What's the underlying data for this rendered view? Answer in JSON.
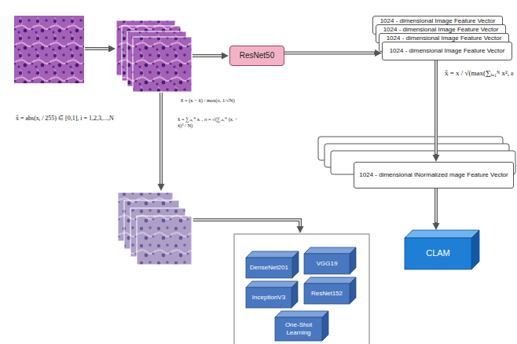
{
  "diagram": {
    "nodes": [
      {
        "text": [
          "ResNet50"
        ]
      },
      {
        "text": [
          "1024 - dimensional Image Feature Vector"
        ]
      },
      {
        "text": [
          "1024 - dimensional Image Feature Vector"
        ]
      },
      {
        "text": [
          "1024 - dimensional Image Feature Vector"
        ]
      },
      {
        "text": [
          "1024 - dimensional Image Feature Vector"
        ]
      },
      {
        "text": [
          "1024 - dimensional INormalized mage Feature Vector"
        ]
      },
      {
        "text": [
          "CLAM"
        ]
      },
      {
        "text": [
          "DenseNet201"
        ]
      },
      {
        "text": [
          "VGG19"
        ]
      },
      {
        "text": [
          "InceptionV3"
        ]
      },
      {
        "text": [
          "ResNet152"
        ]
      },
      {
        "text": [
          "One-Shot Learning"
        ]
      }
    ],
    "edges": [
      {
        "from": 0,
        "to": 4,
        "arrow": "to"
      },
      {
        "from": 4,
        "to": 5,
        "arrow": "to"
      },
      {
        "from": 5,
        "to": 6,
        "arrow": "to"
      }
    ],
    "labels": [
      "x̂ = abs(xᵢ / 255) ∈ [0,1], i = 1,2,3,...,N",
      "x̂ = (x − x̄) / max(σ, 1/√N)",
      "x̄ = ∑ᵢ₌₁ᴺ xᵢ , σ = √(∑ᵢ₌₁ᴺ (xᵢ − x̄)² / N)",
      "x̂ = x / √(max(∑ᵢ₌₁ᴺ x², ε"
    ]
  }
}
